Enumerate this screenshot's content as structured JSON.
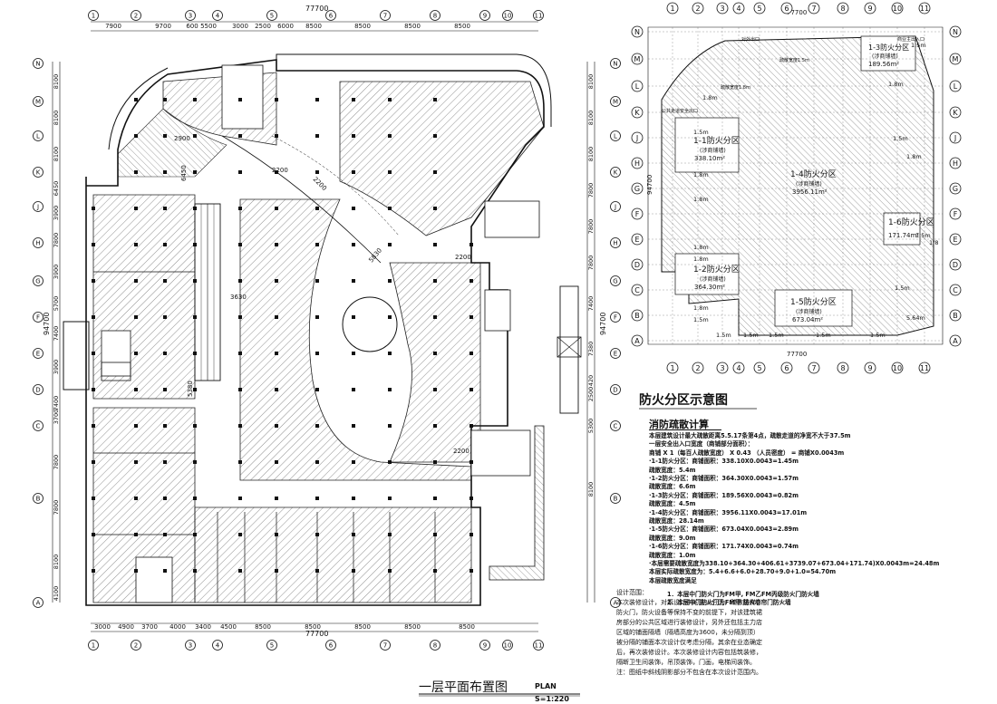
{
  "plan": {
    "title": "一层平面布置图",
    "title_en": "PLAN",
    "scale": "S=1:220",
    "total_top": "77700",
    "total_bottom": "77700",
    "top_dims": [
      "7900",
      "9700",
      "600",
      "5500",
      "3000",
      "2500",
      "6000",
      "8500",
      "8500",
      "8500",
      "8500"
    ],
    "bottom_dims": [
      "3000",
      "4900",
      "3700",
      "4000",
      "3400",
      "4500",
      "8500",
      "8500",
      "8500",
      "8500",
      "8500"
    ],
    "grid_cols": [
      "1",
      "2",
      "3",
      "4",
      "5",
      "6",
      "7",
      "8",
      "9",
      "10",
      "11"
    ],
    "grid_rows": [
      "N",
      "M",
      "L",
      "K",
      "J",
      "H",
      "G",
      "F",
      "E",
      "D",
      "C",
      "B",
      "A"
    ],
    "left_dims": [
      "8100",
      "8100",
      "8100",
      "6450",
      "3900",
      "7800",
      "3900",
      "5700",
      "7400",
      "3900",
      "7400",
      "3700",
      "7800",
      "7800",
      "8100",
      "4100"
    ],
    "left_total": "94700",
    "right_dims": [
      "8100",
      "8100",
      "8100",
      "7800",
      "7800",
      "7800",
      "7400",
      "7380",
      "420",
      "2500",
      "5300",
      "8100"
    ],
    "right_total": "94700",
    "inner_dims": [
      "2900",
      "2200",
      "2200",
      "6450",
      "5830",
      "2200",
      "3630",
      "5380",
      "2200"
    ]
  },
  "fire_zone": {
    "title": "防火分区示意图",
    "total_top": "77700",
    "total_bottom": "77700",
    "side_dim": "94700",
    "zones": [
      {
        "name": "1-1防火分区",
        "sub": "(涉商铺墙)",
        "area": "338.10m²"
      },
      {
        "name": "1-2防火分区",
        "sub": "(涉商铺墙)",
        "area": "364.30m²"
      },
      {
        "name": "1-3防火分区",
        "sub": "(涉商铺墙)",
        "area": "189.56m²"
      },
      {
        "name": "1-4防火分区",
        "sub": "(涉商铺墙)",
        "area": "3956.11m²"
      },
      {
        "name": "1-5防火分区",
        "sub": "(涉商铺墙)",
        "area": "673.04m²"
      },
      {
        "name": "1-6防火分区",
        "sub": "",
        "area": "171.74m²"
      }
    ],
    "exit_labels": [
      "对外出口",
      "商业主出入口",
      "疏散宽度1.5m",
      "疏散宽度1.8m",
      "公共走道安全出口"
    ],
    "widths": [
      "1.8m",
      "1.5m",
      "1.8m",
      "1.8m",
      "1.8m",
      "1.8m",
      "1.8m",
      "1.5m",
      "1.5m",
      "1.5m",
      "1.5m",
      "1.5m",
      "5.64m",
      "1.5m",
      "1.8m",
      "1.5m",
      "1.8m",
      "1.5m",
      "1.5m",
      "1.5m",
      "1/8"
    ]
  },
  "calc": {
    "title": "消防疏散计算",
    "lines": [
      "本层建筑设计最大疏散距离5.5.17条第4点，疏散走道的净宽不大于37.5m",
      "一层安全出入口宽度（商铺部分面积）：",
      "商铺 X 1（每百人疏散宽度） X 0.43 （人员密度） = 商铺X0.0043m",
      "·1-1防火分区：商铺面积：338.10X0.0043=1.45m",
      "              疏散宽度：5.4m",
      "·1-2防火分区：商铺面积：364.30X0.0043=1.57m",
      "              疏散宽度：6.6m",
      "·1-3防火分区：商铺面积：189.56X0.0043=0.82m",
      "              疏散宽度：4.5m",
      "·1-4防火分区：商铺面积：3956.11X0.0043=17.01m",
      "              疏散宽度：28.14m",
      "·1-5防火分区：商铺面积：673.04X0.0043=2.89m",
      "              疏散宽度：9.0m",
      "·1-6防火分区：商铺面积：171.74X0.0043=0.74m",
      "              疏散宽度：1.0m",
      "·本层需要疏散宽度为338.10+364.30+406.61+3739.07+673.04+171.74)X0.0043m=24.48m",
      "本层实际疏散宽度为：5.4+6.6+6.0+28.70+9.0+1.0=54.70m",
      "本层疏散宽度满足"
    ],
    "notes": [
      "1．本层中门防火门为FM甲, FM乙FM丙级防火门防火墙",
      "2．本层中门防火门为FM甲 防火卷帘门防火墙"
    ]
  },
  "design_scope": {
    "title": "设计范围：",
    "lines": [
      "本次装修设计，对原设计中的防火分区，疏散楼梯，",
      "防火门，防火设备等保持不变的前提下，对该建筑裙",
      "房部分的公共区域进行装修设计，另外还包括主力店",
      "区域的铺面隔墙（隔墙高度为3600，未分隔到顶）",
      "被分隔的铺面本次设计仅考虑分隔，其余在业态确定",
      "后，再次装修设计。本次装修设计内容包括筑装修，",
      "隔断卫生间装饰，吊顶装饰，门画，电梯间装饰。",
      "注：图纸中斜线阴影部分不包含在本次设计范围内。"
    ]
  }
}
